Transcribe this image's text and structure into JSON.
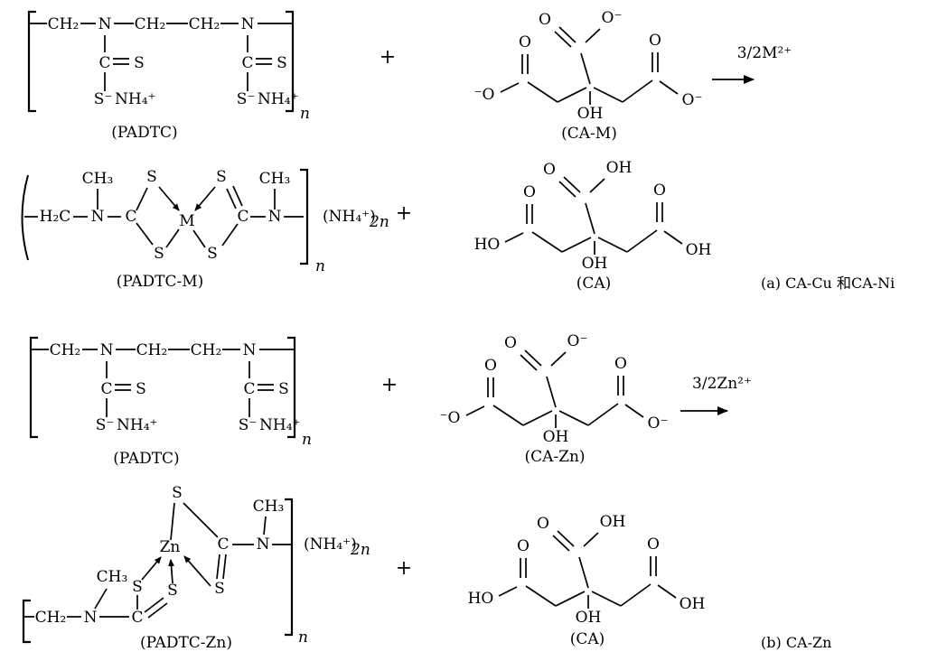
{
  "operators": {
    "plus": "+"
  },
  "reagents": {
    "m": "3/2M²⁺",
    "zn": "3/2Zn²⁺"
  },
  "polymer": {
    "n": "n",
    "nh4": "(NH₄⁺)",
    "sub2n": "2n"
  },
  "footnotes": {
    "a": "(a) CA-Cu 和CA-Ni",
    "b": "(b) CA-Zn"
  },
  "padtc": {
    "caption": "(PADTC)",
    "ch2": "CH₂",
    "n": "N",
    "c": "C",
    "s": "S",
    "s_minus": "S⁻",
    "nh4_plus": "NH₄⁺"
  },
  "ca_m": {
    "caption": "(CA-M)",
    "o": "O",
    "o_minus": "O⁻",
    "minus_o": "⁻O",
    "oh": "OH"
  },
  "ca_zn": {
    "caption": "(CA-Zn)",
    "o": "O",
    "o_minus": "O⁻",
    "minus_o": "⁻O",
    "oh": "OH"
  },
  "ca": {
    "caption": "(CA)",
    "o": "O",
    "oh": "OH",
    "ho": "HO"
  },
  "padtc_m": {
    "caption": "(PADTC-M)",
    "h2c": "H₂C",
    "ch3": "CH₃",
    "n": "N",
    "c": "C",
    "s": "S",
    "m": "M"
  },
  "padtc_zn": {
    "caption": "(PADTC-Zn)",
    "ch2": "CH₂",
    "ch3": "CH₃",
    "n": "N",
    "c": "C",
    "s": "S",
    "zn": "Zn"
  }
}
